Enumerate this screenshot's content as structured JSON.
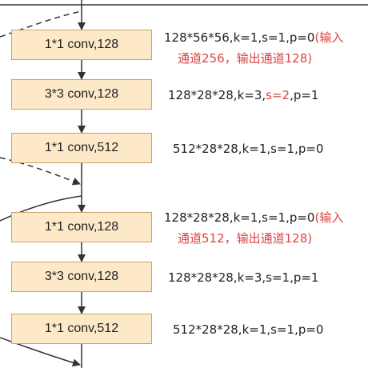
{
  "colors": {
    "box_fill": "#fde8c8",
    "box_border": "#c9a273",
    "line": "#333333",
    "note_text": "#222222",
    "highlight": "#d94444"
  },
  "block1": {
    "layers": [
      {
        "label": "1*1 conv,128"
      },
      {
        "label": "3*3 conv,128"
      },
      {
        "label": "1*1 conv,512"
      }
    ],
    "notes": [
      {
        "pre": "128*56*56,k=1,s=1,p=0",
        "red": "(输入",
        "line2": "通道256，输出通道128)"
      },
      {
        "pre": "128*28*28,k=3,",
        "red": "s=2",
        "post": ",p=1"
      },
      {
        "pre": "512*28*28,k=1,s=1,p=0"
      }
    ]
  },
  "block2": {
    "layers": [
      {
        "label": "1*1 conv,128"
      },
      {
        "label": "3*3 conv,128"
      },
      {
        "label": "1*1 conv,512"
      }
    ],
    "notes": [
      {
        "pre": "128*28*28,k=1,s=1,p=0",
        "red": "(输入",
        "line2": "通道512，输出通道128)"
      },
      {
        "pre": "128*28*28,k=3,s=1,p=1"
      },
      {
        "pre": "512*28*28,k=1,s=1,p=0"
      }
    ]
  }
}
